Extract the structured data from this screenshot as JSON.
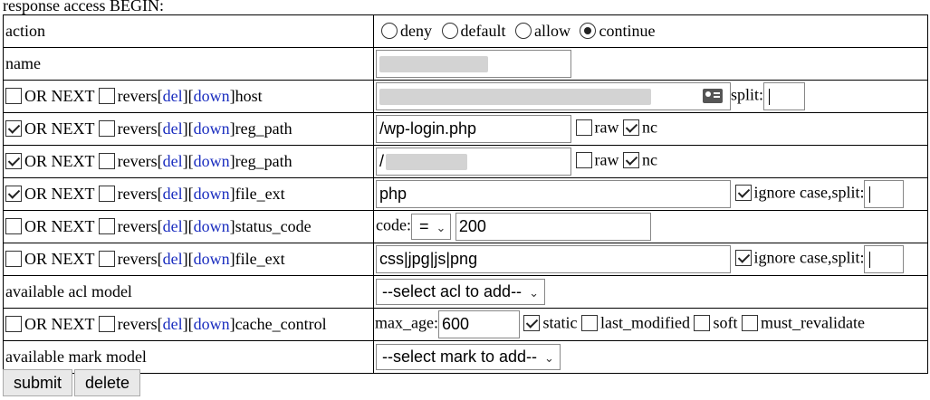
{
  "heading": "response access BEGIN:",
  "action": {
    "label": "action",
    "options": [
      {
        "label": "deny",
        "selected": false
      },
      {
        "label": "default",
        "selected": false
      },
      {
        "label": "allow",
        "selected": false
      },
      {
        "label": "continue",
        "selected": true
      }
    ]
  },
  "name_row": {
    "label": "name"
  },
  "common": {
    "or_next": "OR NEXT",
    "revers": "revers[",
    "del": "del",
    "mid": "][",
    "down": "down",
    "close": "]",
    "split": "split:",
    "raw": "raw",
    "nc": "nc",
    "ignore_case_split": "ignore case,split:",
    "code": "code:",
    "max_age": "max_age:",
    "static": "static",
    "last_modified": "last_modified",
    "soft": "soft",
    "must_revalidate": "must_revalidate"
  },
  "rows": [
    {
      "or_next": false,
      "revers": false,
      "field": "host"
    },
    {
      "or_next": true,
      "revers": false,
      "field": "reg_path",
      "value": "/wp-login.php",
      "raw": false,
      "nc": true
    },
    {
      "or_next": true,
      "revers": false,
      "field": "reg_path",
      "value": "/",
      "raw": false,
      "nc": true
    },
    {
      "or_next": true,
      "revers": false,
      "field": "file_ext",
      "value": "php",
      "ignore_case": true
    },
    {
      "or_next": false,
      "revers": false,
      "field": "status_code",
      "operator": "=",
      "value": "200"
    },
    {
      "or_next": false,
      "revers": false,
      "field": "file_ext",
      "value": "css|jpg|js|png",
      "ignore_case": true
    },
    {
      "or_next": false,
      "revers": false,
      "field": "cache_control",
      "max_age": "600",
      "static": true,
      "last_modified": false,
      "soft": false,
      "must_revalidate": false
    }
  ],
  "acl_model": {
    "label": "available acl model",
    "selected": "--select acl to add--"
  },
  "mark_model": {
    "label": "available mark model",
    "selected": "--select mark to add--"
  },
  "buttons": {
    "submit": "submit",
    "delete": "delete"
  }
}
